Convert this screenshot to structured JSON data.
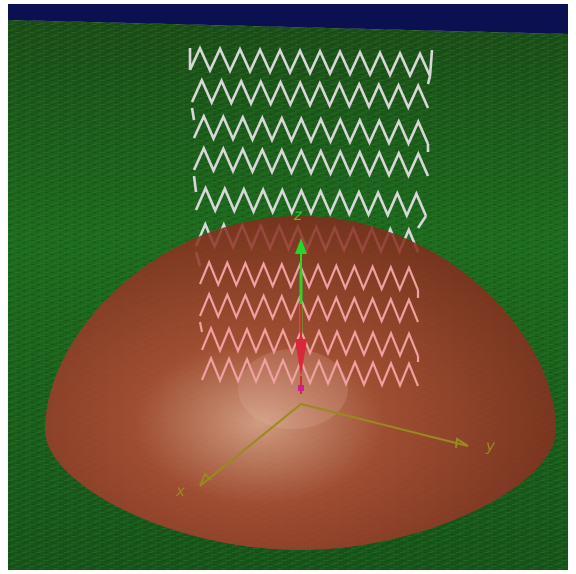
{
  "scene": {
    "type": "3d-viewport",
    "colors": {
      "sky": "#0a1050",
      "ground": "#145a14",
      "dome": "#b03a2a",
      "coil": "#d8d8d8",
      "axis_lines": "#9a8a1e",
      "arrow_up": "#28d628",
      "arrow_down": "#d8283a",
      "arrow_origin": "#d02090"
    },
    "axes": {
      "x_label": "x",
      "y_label": "y",
      "z_label": "z"
    },
    "icons": [
      "green-up-arrow",
      "red-down-arrow"
    ]
  }
}
